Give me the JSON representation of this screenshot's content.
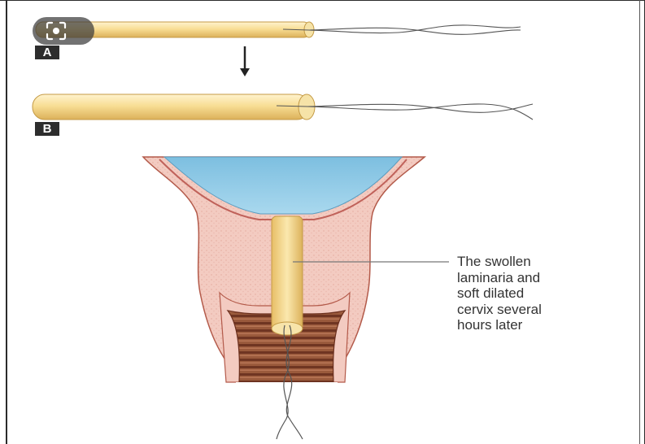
{
  "figure": {
    "panel_labels": {
      "a": "A",
      "b": "B"
    },
    "annotation_lines": [
      "The swollen",
      "laminaria and",
      "soft dilated",
      "cervix several",
      "hours later"
    ]
  },
  "overlay": {
    "icon": "lens-scan-icon"
  },
  "colors": {
    "rod_fill": "#f6d98a",
    "rod_edge": "#c9a24a",
    "fluid": "#9fd0e8",
    "tissue": "#f2c7bd",
    "tissue_edge": "#a8483c",
    "canal": "#8a4a32",
    "string": "#555555"
  }
}
